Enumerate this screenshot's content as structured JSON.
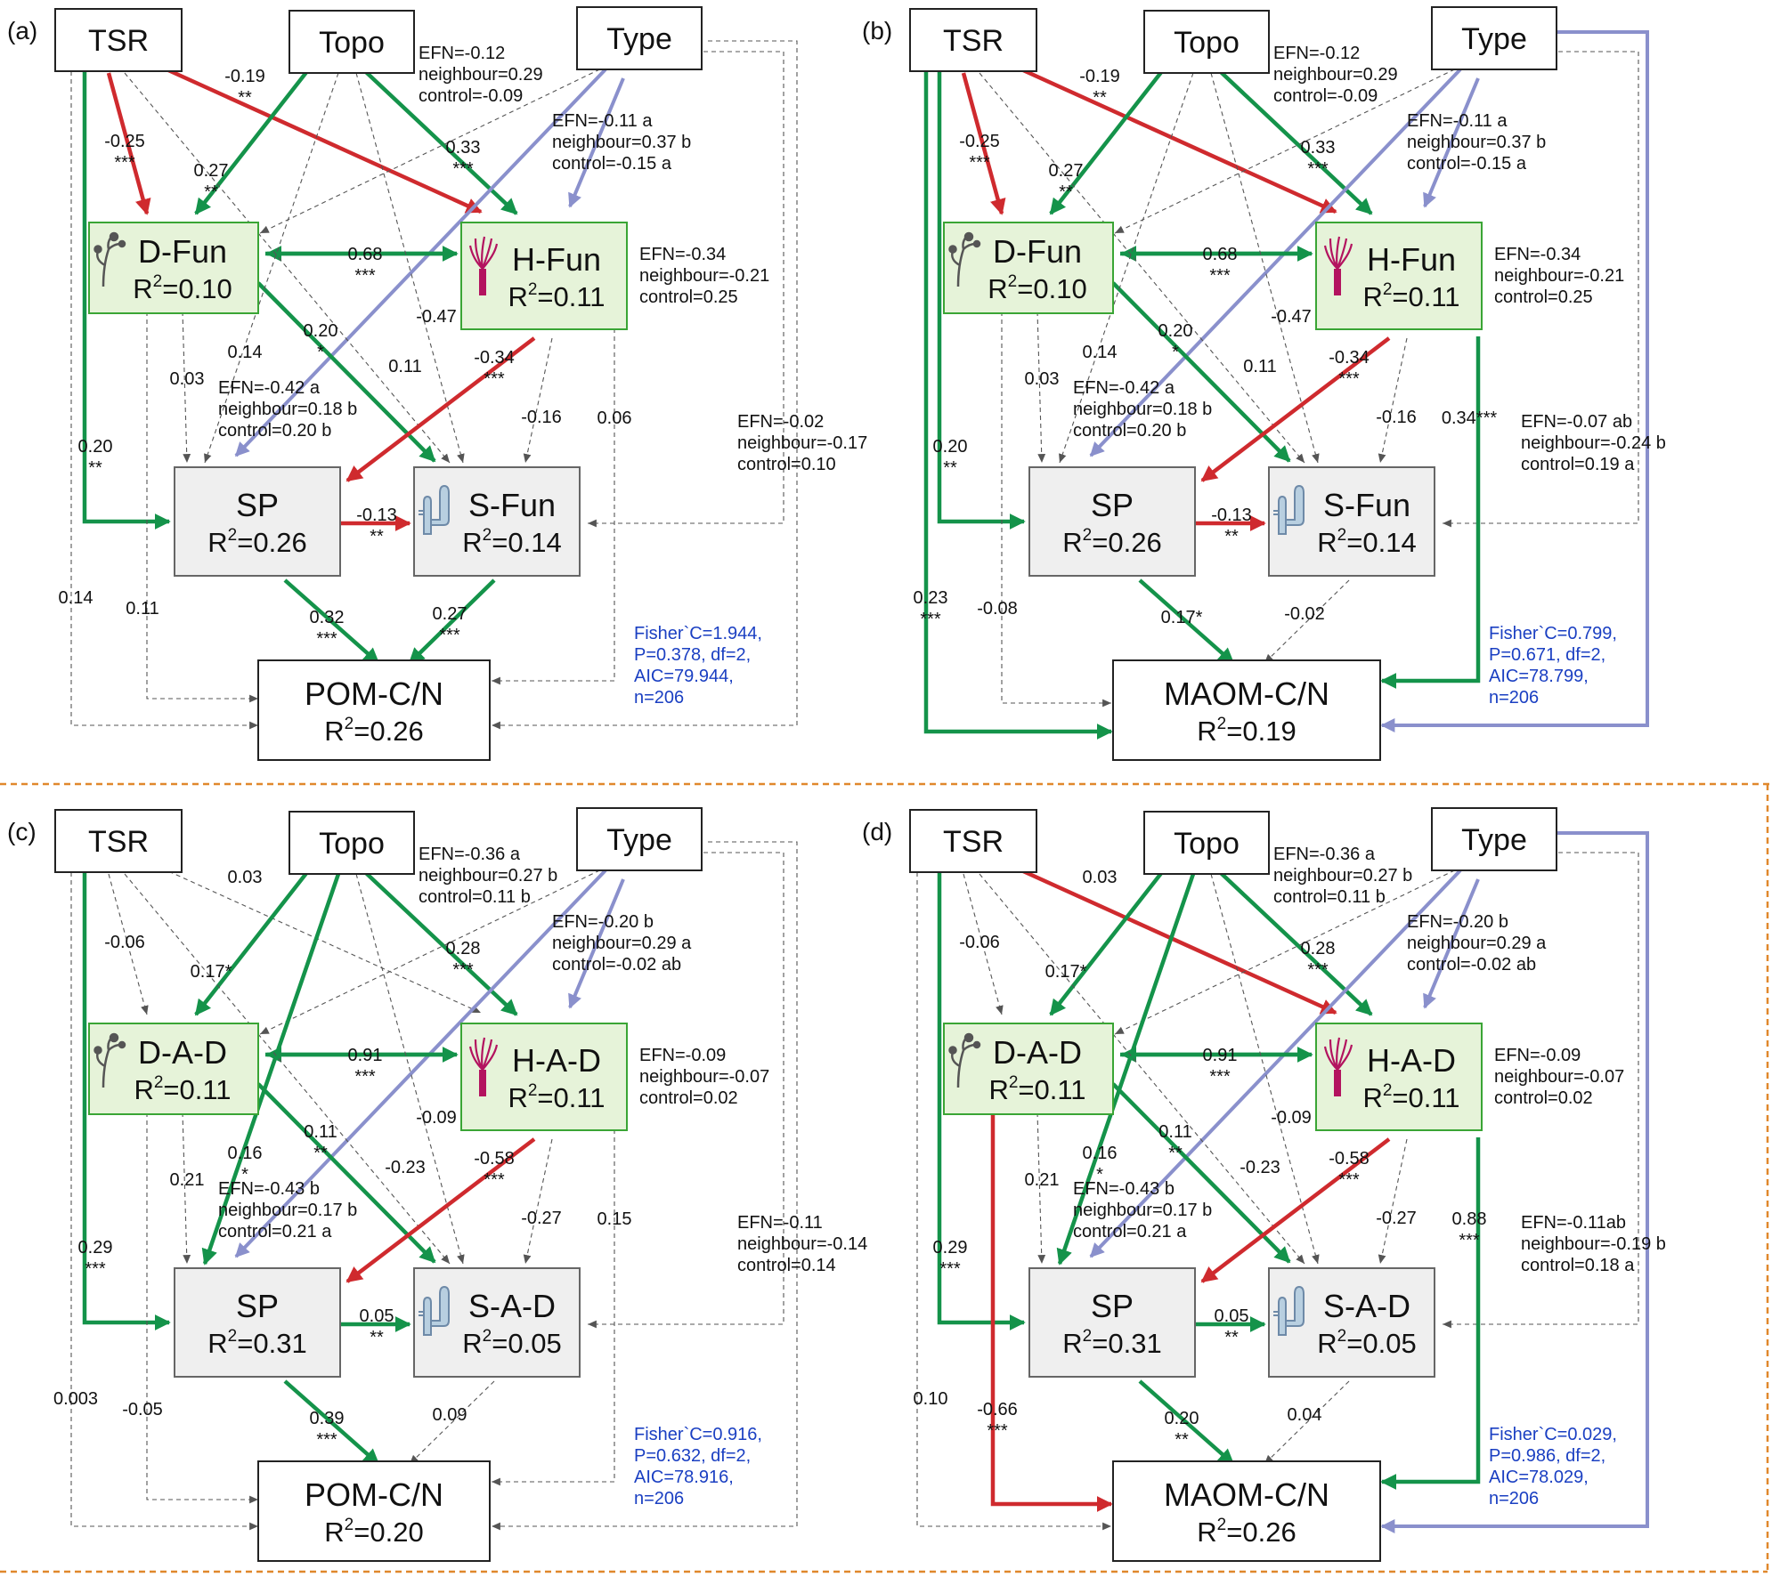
{
  "colors": {
    "positive": "#14934a",
    "negative": "#cf2a2e",
    "type_effect": "#8a90cc",
    "nonsignificant": "#666666",
    "fit_stats": "#1a3fc2",
    "separator": "#e0882c",
    "box_green_fill": "#e6f3d9",
    "box_green_stroke": "#3aa535",
    "box_gray_fill": "#efefef",
    "box_gray_stroke": "#666666"
  },
  "icons": [
    "hyphae-icon-dark",
    "mushroom-coral-icon-magenta",
    "hyphae-icon-blue"
  ],
  "panels": [
    {
      "label": "(a)",
      "nodes": {
        "tsr": "TSR",
        "topo": "Topo",
        "type": "Type",
        "d": {
          "name": "D-Fun",
          "r2": "=0.10"
        },
        "h": {
          "name": "H-Fun",
          "r2": "=0.11"
        },
        "sp": {
          "name": "SP",
          "r2": "=0.26"
        },
        "s": {
          "name": "S-Fun",
          "r2": "=0.14"
        },
        "out": {
          "name": "POM-C/N",
          "r2": "=0.26"
        }
      },
      "topo_type_label": [
        "EFN=-0.12",
        "neighbour=0.29",
        "control=-0.09"
      ],
      "type_h_label": [
        "EFN=-0.11 a",
        "neighbour=0.37 b",
        "control=-0.15 a"
      ],
      "h_type_label": [
        "EFN=-0.34",
        "neighbour=-0.21",
        "control=0.25"
      ],
      "sp_type_label": [
        "EFN=-0.42 a",
        "neighbour=0.18 b",
        "control=0.20 b"
      ],
      "s_type_label": [
        "EFN=-0.02",
        "neighbour=-0.17",
        "control=0.10"
      ],
      "coef": {
        "tsr_h": [
          "-0.19",
          "**"
        ],
        "tsr_d": [
          "-0.25",
          "***"
        ],
        "topo_d": [
          "0.27",
          "**"
        ],
        "topo_h": [
          "0.33",
          "***"
        ],
        "d_h": [
          "0.68",
          "***"
        ],
        "d_s": [
          "0.20",
          "*"
        ],
        "d_sp": [
          "0.03",
          ""
        ],
        "topo_sp": [
          "0.14",
          ""
        ],
        "topo_s": [
          "0.11",
          ""
        ],
        "tsr_s": [
          "-0.47",
          ""
        ],
        "h_sp": [
          "-0.34",
          "***"
        ],
        "h_s": [
          "-0.16",
          ""
        ],
        "h_out": [
          "0.06",
          ""
        ],
        "tsr_sp": [
          "0.20",
          "**"
        ],
        "sp_s": [
          "-0.13",
          "**"
        ],
        "tsr_out": [
          "0.14",
          ""
        ],
        "d_out": [
          "0.11",
          ""
        ],
        "sp_out": [
          "0.32",
          "***"
        ],
        "s_out": [
          "0.27",
          "***"
        ]
      },
      "stats": [
        "Fisher`C=1.944,",
        "P=0.378, df=2,",
        "AIC=79.944,",
        "n=206"
      ]
    },
    {
      "label": "(b)",
      "nodes": {
        "tsr": "TSR",
        "topo": "Topo",
        "type": "Type",
        "d": {
          "name": "D-Fun",
          "r2": "=0.10"
        },
        "h": {
          "name": "H-Fun",
          "r2": "=0.11"
        },
        "sp": {
          "name": "SP",
          "r2": "=0.26"
        },
        "s": {
          "name": "S-Fun",
          "r2": "=0.14"
        },
        "out": {
          "name": "MAOM-C/N",
          "r2": "=0.19"
        }
      },
      "topo_type_label": [
        "EFN=-0.12",
        "neighbour=0.29",
        "control=-0.09"
      ],
      "type_h_label": [
        "EFN=-0.11 a",
        "neighbour=0.37 b",
        "control=-0.15 a"
      ],
      "h_type_label": [
        "EFN=-0.34",
        "neighbour=-0.21",
        "control=0.25"
      ],
      "sp_type_label": [
        "EFN=-0.42 a",
        "neighbour=0.18 b",
        "control=0.20 b"
      ],
      "s_type_label": [
        "EFN=-0.07 ab",
        "neighbour=-0.24 b",
        "control=0.19 a"
      ],
      "coef": {
        "tsr_h": [
          "-0.19",
          "**"
        ],
        "tsr_d": [
          "-0.25",
          "***"
        ],
        "topo_d": [
          "0.27",
          "**"
        ],
        "topo_h": [
          "0.33",
          "***"
        ],
        "d_h": [
          "0.68",
          "***"
        ],
        "d_s": [
          "0.20",
          "*"
        ],
        "d_sp": [
          "0.03",
          ""
        ],
        "topo_sp": [
          "0.14",
          ""
        ],
        "topo_s": [
          "0.11",
          ""
        ],
        "tsr_s": [
          "-0.47",
          ""
        ],
        "h_sp": [
          "-0.34",
          "***"
        ],
        "h_s": [
          "-0.16",
          ""
        ],
        "h_out": [
          "0.34***",
          ""
        ],
        "tsr_sp": [
          "0.20",
          "**"
        ],
        "sp_s": [
          "-0.13",
          "**"
        ],
        "tsr_out": [
          "0.23",
          "***"
        ],
        "d_out": [
          "-0.08",
          ""
        ],
        "sp_out": [
          "0.17*",
          ""
        ],
        "s_out": [
          "-0.02",
          ""
        ]
      },
      "stats": [
        "Fisher`C=0.799,",
        "P=0.671, df=2,",
        "AIC=78.799,",
        "n=206"
      ]
    },
    {
      "label": "(c)",
      "nodes": {
        "tsr": "TSR",
        "topo": "Topo",
        "type": "Type",
        "d": {
          "name": "D-A-D",
          "r2": "=0.11"
        },
        "h": {
          "name": "H-A-D",
          "r2": "=0.11"
        },
        "sp": {
          "name": "SP",
          "r2": "=0.31"
        },
        "s": {
          "name": "S-A-D",
          "r2": "=0.05"
        },
        "out": {
          "name": "POM-C/N",
          "r2": "=0.20"
        }
      },
      "topo_type_label": [
        "EFN=-0.36 a",
        "neighbour=0.27 b",
        "control=0.11 b"
      ],
      "type_h_label": [
        "EFN=-0.20 b",
        "neighbour=0.29 a",
        "control=-0.02 ab"
      ],
      "h_type_label": [
        "EFN=-0.09",
        "neighbour=-0.07",
        "control=0.02"
      ],
      "sp_type_label": [
        "EFN=-0.43 b",
        "neighbour=0.17 b",
        "control=0.21 a"
      ],
      "s_type_label": [
        "EFN=-0.11",
        "neighbour=-0.14",
        "control=0.14"
      ],
      "coef": {
        "tsr_h": [
          "0.03",
          ""
        ],
        "tsr_d": [
          "-0.06",
          ""
        ],
        "topo_d": [
          "0.17*",
          ""
        ],
        "topo_h": [
          "0.28",
          "***"
        ],
        "d_h": [
          "0.91",
          "***"
        ],
        "d_s": [
          "0.11",
          "**"
        ],
        "d_sp": [
          "0.21",
          ""
        ],
        "topo_sp": [
          "0.16",
          "*"
        ],
        "topo_s": [
          "-0.23",
          ""
        ],
        "tsr_s": [
          "-0.09",
          ""
        ],
        "h_sp": [
          "-0.58",
          "***"
        ],
        "h_s": [
          "-0.27",
          ""
        ],
        "h_out": [
          "0.15",
          ""
        ],
        "tsr_sp": [
          "0.29",
          "***"
        ],
        "sp_s": [
          "0.05",
          "**"
        ],
        "tsr_out": [
          "0.003",
          ""
        ],
        "d_out": [
          "-0.05",
          ""
        ],
        "sp_out": [
          "0.39",
          "***"
        ],
        "s_out": [
          "0.09",
          ""
        ]
      },
      "stats": [
        "Fisher`C=0.916,",
        "P=0.632, df=2,",
        "AIC=78.916,",
        "n=206"
      ]
    },
    {
      "label": "(d)",
      "nodes": {
        "tsr": "TSR",
        "topo": "Topo",
        "type": "Type",
        "d": {
          "name": "D-A-D",
          "r2": "=0.11"
        },
        "h": {
          "name": "H-A-D",
          "r2": "=0.11"
        },
        "sp": {
          "name": "SP",
          "r2": "=0.31"
        },
        "s": {
          "name": "S-A-D",
          "r2": "=0.05"
        },
        "out": {
          "name": "MAOM-C/N",
          "r2": "=0.26"
        }
      },
      "topo_type_label": [
        "EFN=-0.36 a",
        "neighbour=0.27 b",
        "control=0.11 b"
      ],
      "type_h_label": [
        "EFN=-0.20 b",
        "neighbour=0.29 a",
        "control=-0.02 ab"
      ],
      "h_type_label": [
        "EFN=-0.09",
        "neighbour=-0.07",
        "control=0.02"
      ],
      "sp_type_label": [
        "EFN=-0.43 b",
        "neighbour=0.17 b",
        "control=0.21 a"
      ],
      "s_type_label": [
        "EFN=-0.11ab",
        "neighbour=-0.19 b",
        "control=0.18 a"
      ],
      "coef": {
        "tsr_h": [
          "0.03",
          ""
        ],
        "tsr_d": [
          "-0.06",
          ""
        ],
        "topo_d": [
          "0.17*",
          ""
        ],
        "topo_h": [
          "0.28",
          "***"
        ],
        "d_h": [
          "0.91",
          "***"
        ],
        "d_s": [
          "0.11",
          "**"
        ],
        "d_sp": [
          "0.21",
          ""
        ],
        "topo_sp": [
          "0.16",
          "*"
        ],
        "topo_s": [
          "-0.23",
          ""
        ],
        "tsr_s": [
          "-0.09",
          ""
        ],
        "h_sp": [
          "-0.58",
          "***"
        ],
        "h_s": [
          "-0.27",
          ""
        ],
        "h_out": [
          "0.88",
          "***"
        ],
        "tsr_sp": [
          "0.29",
          "***"
        ],
        "sp_s": [
          "0.05",
          "**"
        ],
        "tsr_out": [
          "0.10",
          ""
        ],
        "d_out": [
          "-0.66",
          "***"
        ],
        "sp_out": [
          "0.20",
          "**"
        ],
        "s_out": [
          "0.04",
          ""
        ]
      },
      "stats": [
        "Fisher`C=0.029,",
        "P=0.986, df=2,",
        "AIC=78.029,",
        "n=206"
      ]
    }
  ]
}
